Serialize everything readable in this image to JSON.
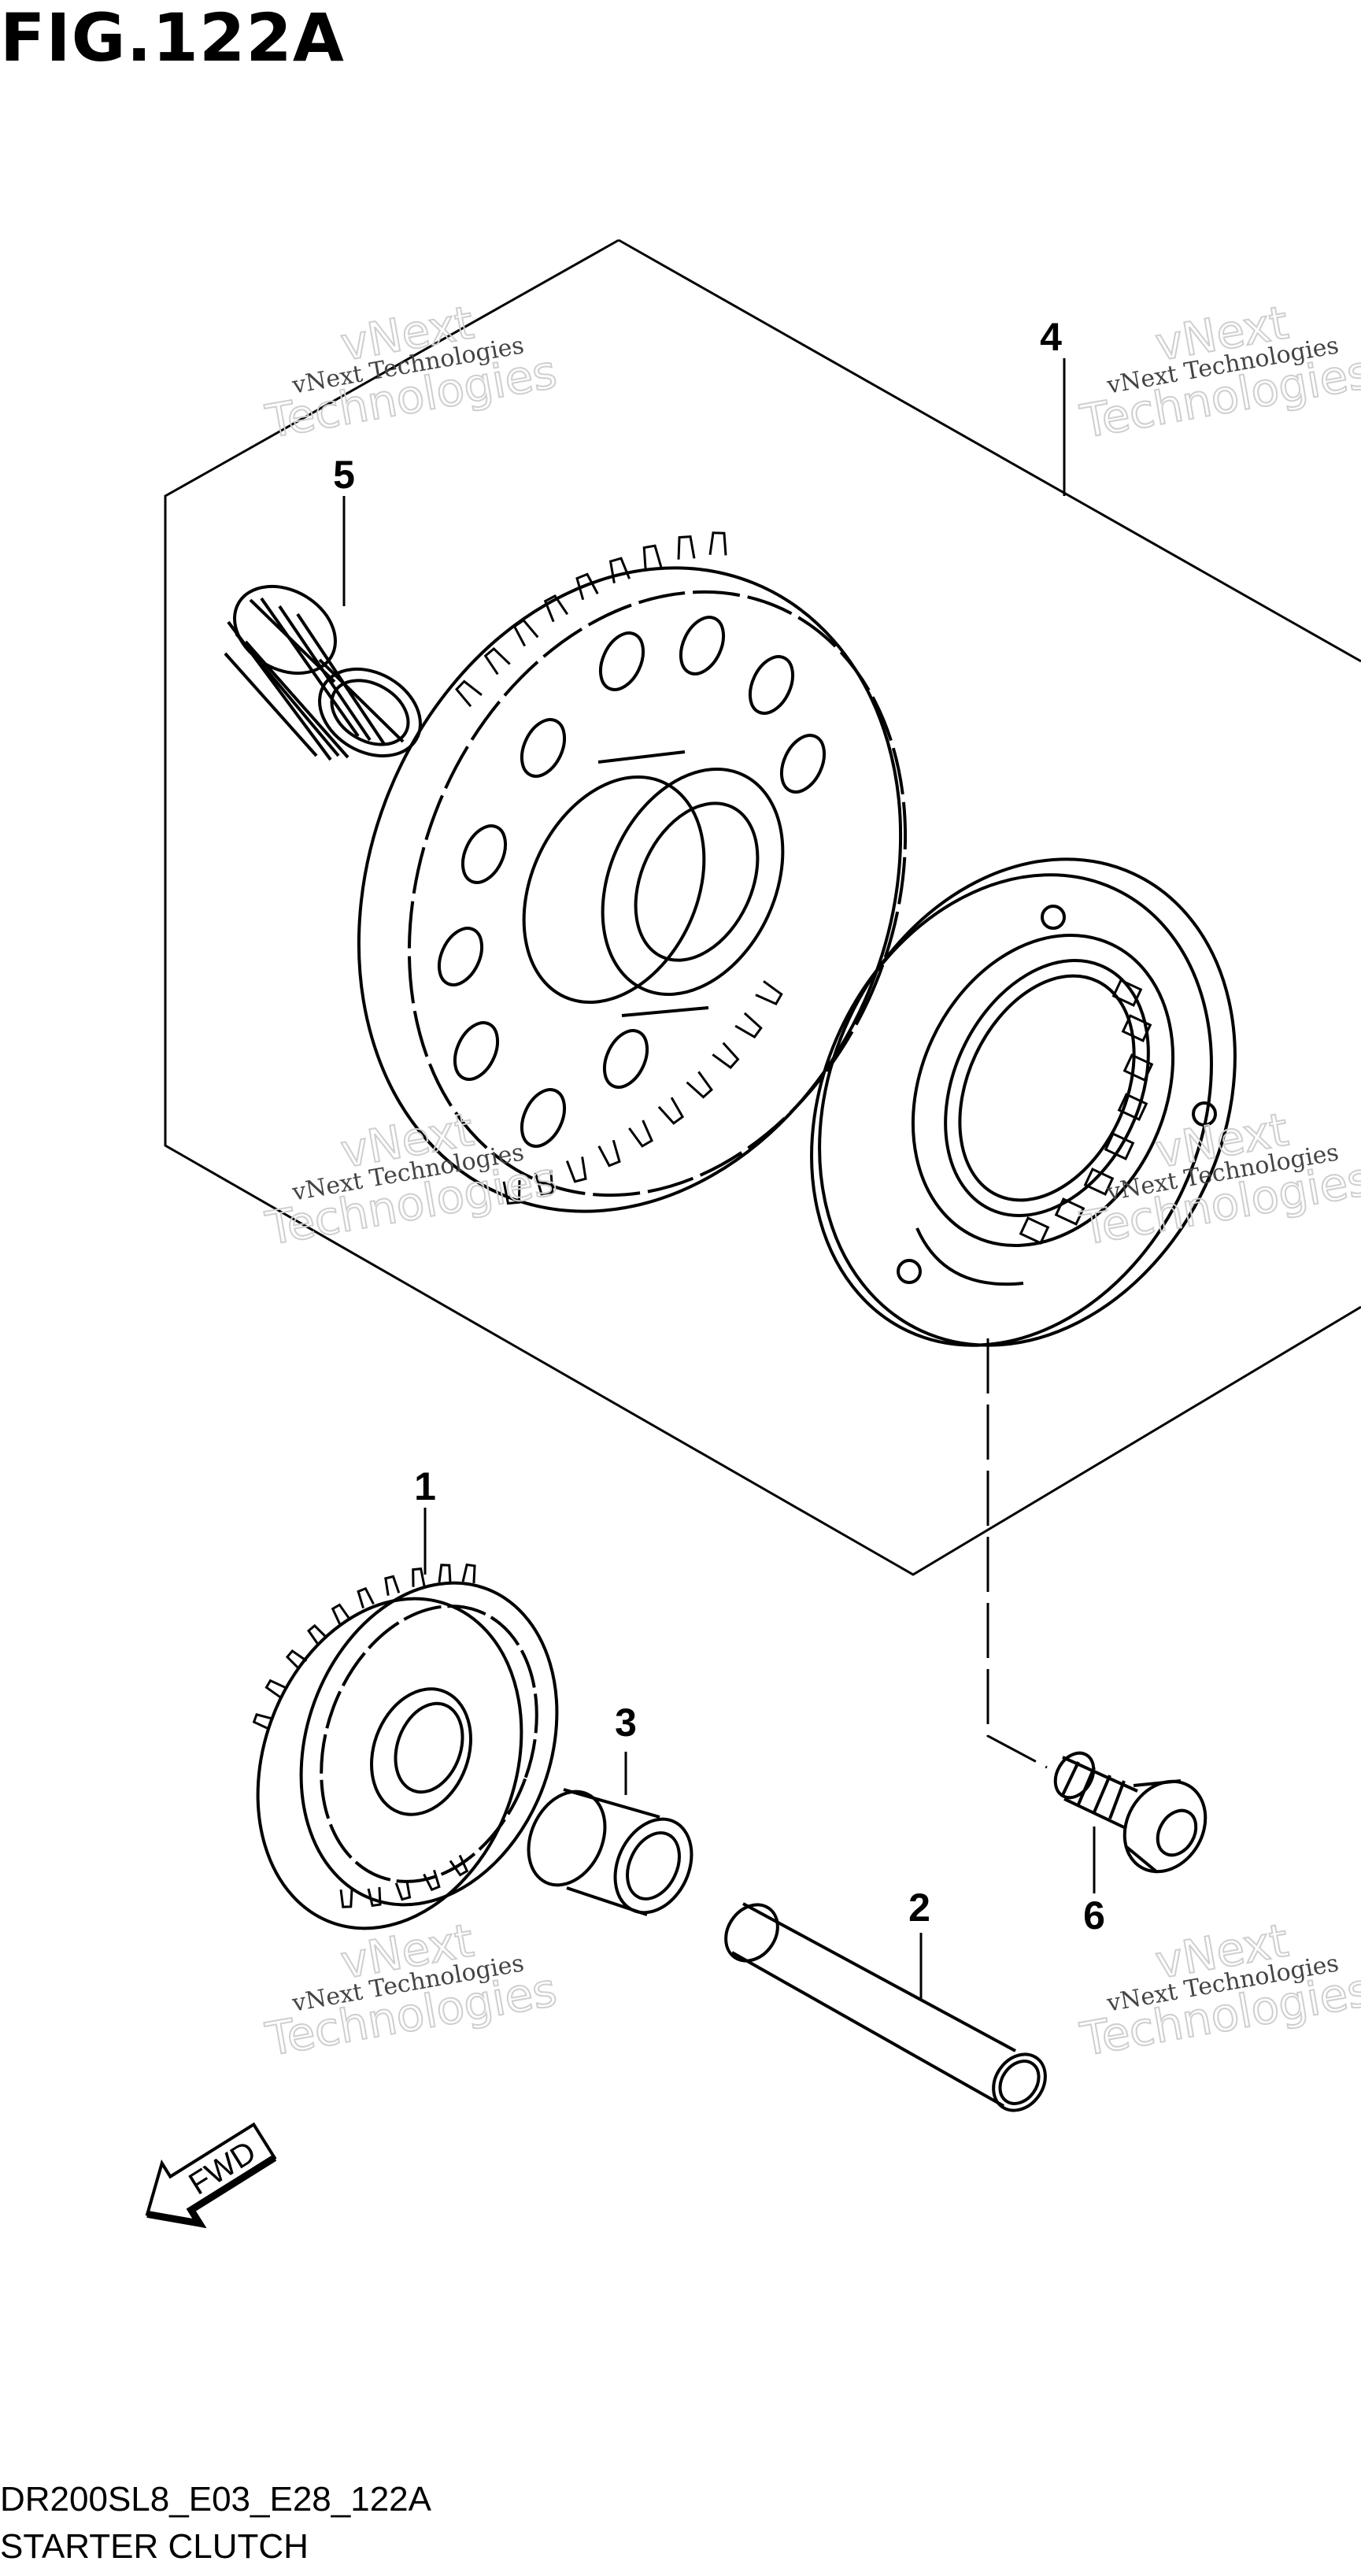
{
  "figure": {
    "title": "FIG.122A",
    "code": "DR200SL8_E03_E28_122A",
    "name": "STARTER CLUTCH"
  },
  "callouts": [
    {
      "id": "1",
      "label": "1"
    },
    {
      "id": "2",
      "label": "2"
    },
    {
      "id": "3",
      "label": "3"
    },
    {
      "id": "4",
      "label": "4"
    },
    {
      "id": "5",
      "label": "5"
    },
    {
      "id": "6",
      "label": "6"
    }
  ],
  "fwd_arrow": {
    "label": "FWD"
  },
  "watermark": {
    "line1": "vNext Technologies",
    "line2": "vNext",
    "line3": "Technologies"
  }
}
